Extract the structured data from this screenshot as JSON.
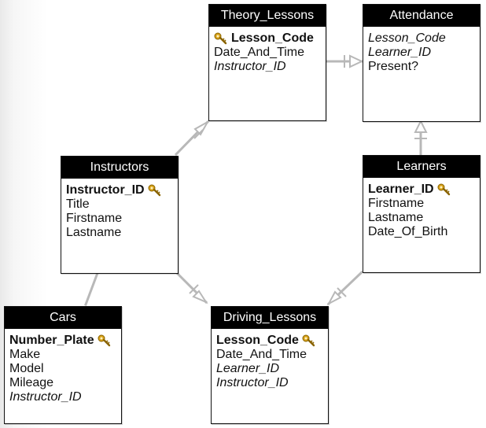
{
  "entities": {
    "theory_lessons": {
      "title": "Theory_Lessons",
      "attributes": [
        {
          "name": "Lesson_Code",
          "kind": "pk"
        },
        {
          "name": "Date_And_Time",
          "kind": "normal"
        },
        {
          "name": "Instructor_ID",
          "kind": "fk"
        }
      ]
    },
    "attendance": {
      "title": "Attendance",
      "attributes": [
        {
          "name": "Lesson_Code",
          "kind": "fk"
        },
        {
          "name": "Learner_ID",
          "kind": "fk"
        },
        {
          "name": "Present?",
          "kind": "normal"
        }
      ]
    },
    "instructors": {
      "title": "Instructors",
      "attributes": [
        {
          "name": "Instructor_ID",
          "kind": "pk"
        },
        {
          "name": "Title",
          "kind": "normal"
        },
        {
          "name": "Firstname",
          "kind": "normal"
        },
        {
          "name": "Lastname",
          "kind": "normal"
        }
      ]
    },
    "learners": {
      "title": "Learners",
      "attributes": [
        {
          "name": "Learner_ID",
          "kind": "pk"
        },
        {
          "name": "Firstname",
          "kind": "normal"
        },
        {
          "name": "Lastname",
          "kind": "normal"
        },
        {
          "name": "Date_Of_Birth",
          "kind": "normal"
        }
      ]
    },
    "cars": {
      "title": "Cars",
      "attributes": [
        {
          "name": "Number_Plate",
          "kind": "pk"
        },
        {
          "name": "Make",
          "kind": "normal"
        },
        {
          "name": "Model",
          "kind": "normal"
        },
        {
          "name": "Mileage",
          "kind": "normal"
        },
        {
          "name": "Instructor_ID",
          "kind": "fk"
        }
      ]
    },
    "driving_lessons": {
      "title": "Driving_Lessons",
      "attributes": [
        {
          "name": "Lesson_Code",
          "kind": "pk"
        },
        {
          "name": "Date_And_Time",
          "kind": "normal"
        },
        {
          "name": "Learner_ID",
          "kind": "fk"
        },
        {
          "name": "Instructor_ID",
          "kind": "fk"
        }
      ]
    }
  },
  "colors": {
    "header_bg": "#000000",
    "header_text": "#ffffff",
    "connector": "#b8b8b8",
    "key_icon": "#d8a21a"
  }
}
